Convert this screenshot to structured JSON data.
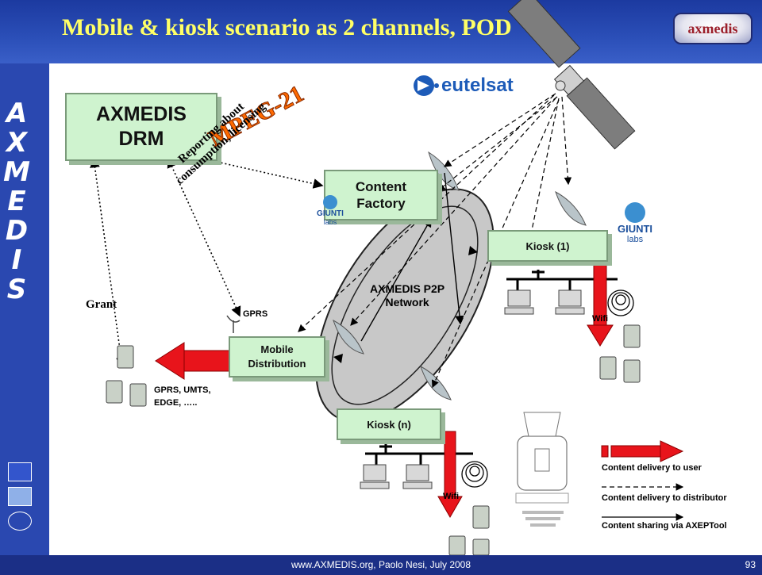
{
  "slide": {
    "title": "Mobile & kiosk scenario as 2 channels, POD",
    "brand_logo": "axmedis",
    "sidebar_letters": [
      "A",
      "X",
      "M",
      "E",
      "D",
      "I",
      "S"
    ],
    "footer": "www.AXMEDIS.org, Paolo Nesi, July 2008",
    "page_number": "93"
  },
  "diagram": {
    "satellite_operator": "eutelsat",
    "drm_box": {
      "line1": "AXMEDIS",
      "line2": "DRM"
    },
    "mpeg_badge": "MPEG-21",
    "reporting_label": {
      "line1": "Reporting about",
      "line2": "consumption, licensing"
    },
    "content_factory": {
      "line1": "Content",
      "line2": "Factory"
    },
    "giunti_logo": {
      "name": "GIUNTI",
      "sub": "labs"
    },
    "p2p_network": {
      "line1": "AXMEDIS P2P",
      "line2": "Network"
    },
    "kiosk_1": "Kiosk (1)",
    "kiosk_n": "Kiosk (n)",
    "mobile_distribution": {
      "line1": "Mobile",
      "line2": "Distribution"
    },
    "grant_label": "Grant",
    "gprs_label": "GPRS",
    "mobile_channels": {
      "line1": "GPRS, UMTS,",
      "line2": "EDGE, ….."
    },
    "wifi_label": "Wifi",
    "legend": [
      {
        "label": "Content delivery to user",
        "style": "red-arrow"
      },
      {
        "label": "Content delivery to distributor",
        "style": "dashed-arrow"
      },
      {
        "label": "Content sharing via AXEPTool",
        "style": "solid-arrow"
      }
    ],
    "colors": {
      "box_fill": "#cff3cf",
      "delivery_arrow": "#e8141b",
      "header_blue": "#2340a8",
      "title_yellow": "#ffff66"
    }
  }
}
